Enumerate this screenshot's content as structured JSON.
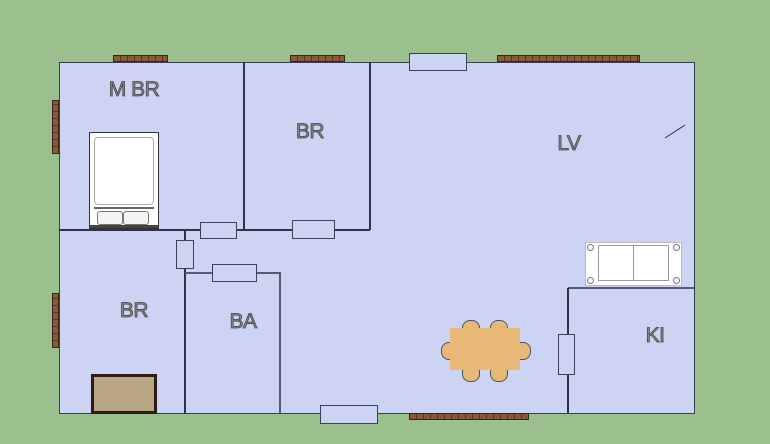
{
  "rooms": {
    "master_bedroom": "M BR",
    "bedroom_top": "BR",
    "living": "LV",
    "bedroom_bottom": "BR",
    "bath": "BA",
    "kitchen": "KI"
  },
  "colors": {
    "ground": "#9bbf8d",
    "floor": "#ccd3f3",
    "wall": "#2e3348",
    "window": "#8a5a3a",
    "table": "#e8b876",
    "rug": "#b8a685"
  }
}
